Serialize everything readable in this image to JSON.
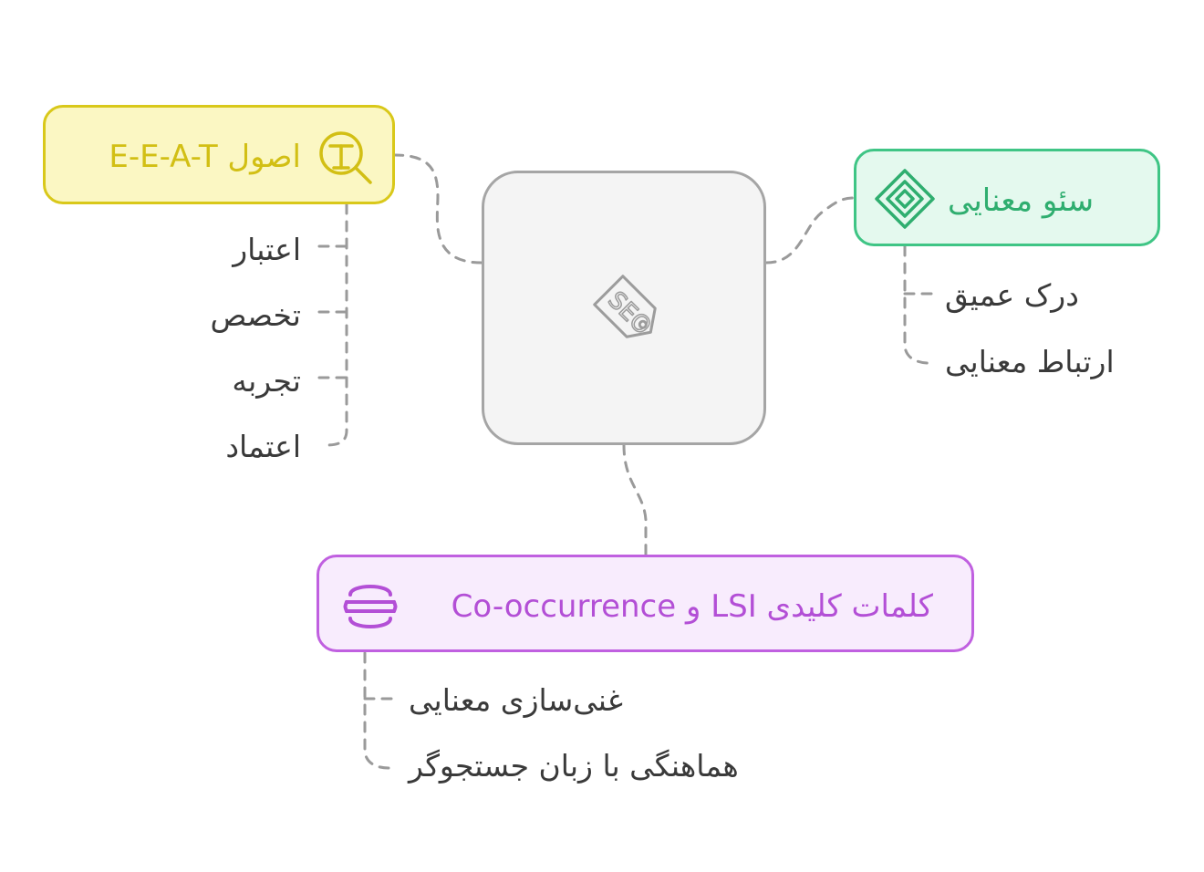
{
  "center": {
    "icon": "seo-tag-icon",
    "icon_text": "SEO"
  },
  "branches": {
    "eeat": {
      "title": "اصول E-E-A-T",
      "icon": "search-text-icon",
      "color": "#d9c81a",
      "fill": "#fbf7c3",
      "items": [
        "اعتبار",
        "تخصص",
        "تجربه",
        "اعتماد"
      ]
    },
    "semantic": {
      "title": "سئو معنایی",
      "icon": "diamond-layers-icon",
      "color": "#3fc585",
      "fill": "#e4f9ee",
      "items": [
        "درک عمیق",
        "ارتباط معنایی"
      ]
    },
    "keywords": {
      "title": "کلمات کلیدی LSI و Co-occurrence",
      "icon": "database-stack-icon",
      "color": "#c060e0",
      "fill": "#f8ecfd",
      "items": [
        "غنی‌سازی معنایی",
        "هماهنگی با زبان جستجوگر"
      ]
    }
  }
}
